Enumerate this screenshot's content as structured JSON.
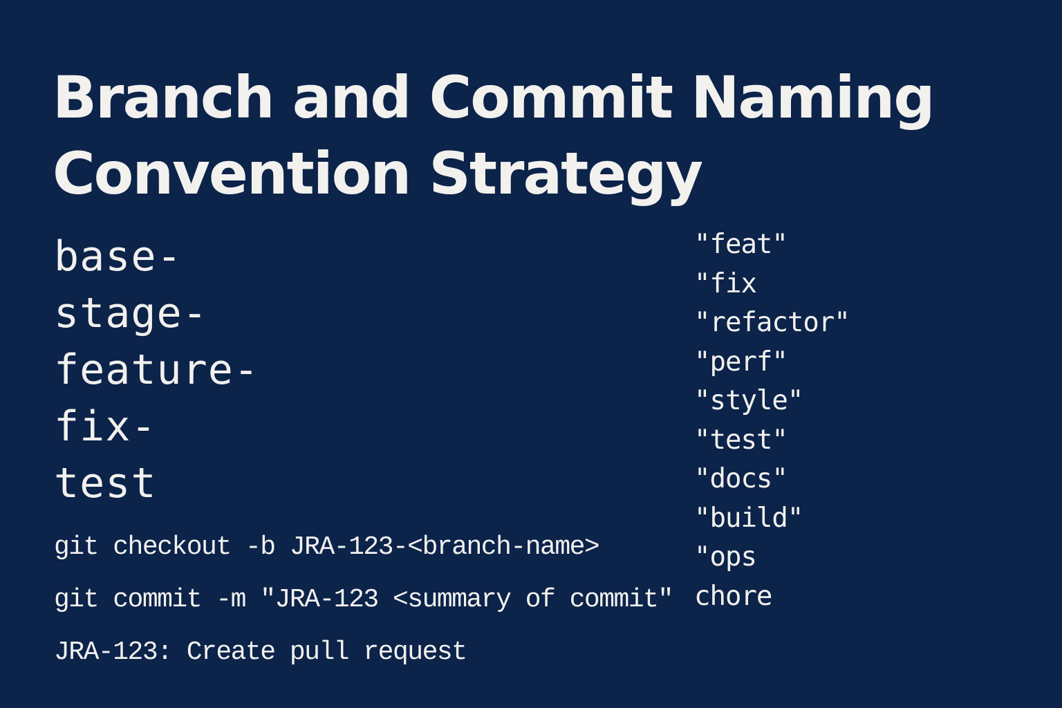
{
  "title": {
    "line1": "Branch and Commit Naming",
    "line2": "Convention Strategy"
  },
  "branch_prefixes": [
    "base-",
    "stage-",
    "feature-",
    "fix-",
    "test"
  ],
  "commit_types": [
    "\"feat\"",
    "\"fix",
    "\"refactor\"",
    "\"perf\"",
    "\"style\"",
    "\"test\"",
    "\"docs\"",
    "\"build\"",
    "\"ops",
    "chore"
  ],
  "commands": {
    "checkout": "git checkout -b JRA-123-<branch-name>",
    "commit": "git commit -m \"JRA-123 <summary of commit\"",
    "pull_request": "JRA-123: Create pull request"
  },
  "colors": {
    "background": "#0c234a",
    "text": "#f2f1ee"
  }
}
